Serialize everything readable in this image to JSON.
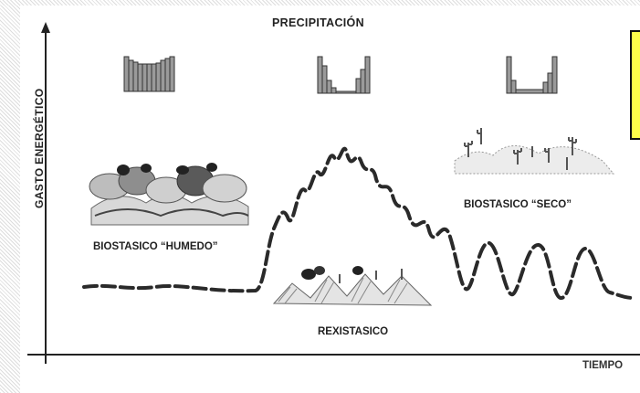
{
  "labels": {
    "precipitation": "PRECIPITACIÓN",
    "y_axis": "GASTO ENERGÉTICO",
    "x_axis": "TIEMPO",
    "humid_stage": "BIOSTASICO “HUMEDO”",
    "dry_stage": "BIOSTASICO “SECO”",
    "rexistasy_stage": "REXISTASICO"
  },
  "colors": {
    "ink": "#222222",
    "highlight_box": "#ffff4a",
    "bars_fill": "#999999"
  },
  "icons": [
    "precipitation-bars-humid-icon",
    "precipitation-bars-transition-icon",
    "precipitation-bars-dry-icon",
    "vegetation-humid-icon",
    "vegetation-rexistasy-icon",
    "cactus-dry-icon"
  ]
}
